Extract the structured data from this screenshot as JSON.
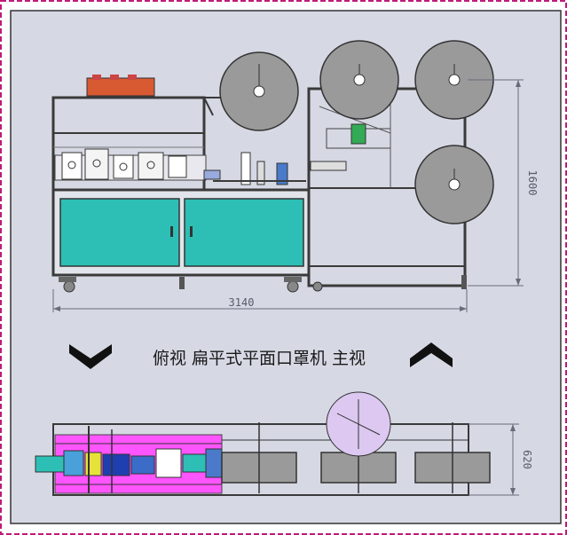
{
  "drawing": {
    "dim_length": "3140",
    "dim_height": "1600",
    "dim_width": "620",
    "caption": "俯视 扁平式平面口罩机 主视"
  },
  "colors": {
    "sheet": "#d6d9e4",
    "border_magenta": "#c0197a",
    "cabinet": "#2dbfb5",
    "top_view_bed": "#ff55ff",
    "frame": "#bfc8cf",
    "roll": "#9a9a9a",
    "arrows": "#111111"
  },
  "icons": [
    "chevron-down-icon",
    "chevron-up-icon"
  ]
}
